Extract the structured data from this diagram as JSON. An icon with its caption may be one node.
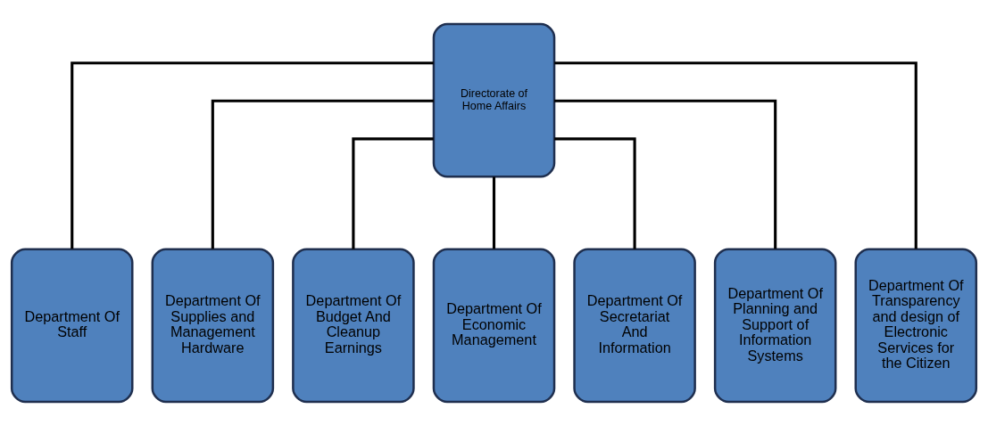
{
  "diagram": {
    "nodes": [
      {
        "text": [
          "Directorate of Home Affairs"
        ]
      },
      {
        "text": [
          "Department Of Staff"
        ]
      },
      {
        "text": [
          "Department Of Supplies and Management Hardware"
        ]
      },
      {
        "text": [
          "Department Of Budget And Cleanup Earnings"
        ]
      },
      {
        "text": [
          "Department Of Economic Management"
        ]
      },
      {
        "text": [
          "Department Of Secretariat And Information"
        ]
      },
      {
        "text": [
          "Department Of Planning and Support of Information Systems"
        ]
      },
      {
        "text": [
          "Department Of Transparency and design of Electronic Services for the Citizen"
        ]
      }
    ],
    "edges": [
      {
        "from": 0,
        "to": 1,
        "arrow": "none"
      },
      {
        "from": 0,
        "to": 2,
        "arrow": "none"
      },
      {
        "from": 0,
        "to": 3,
        "arrow": "none"
      },
      {
        "from": 0,
        "to": 4,
        "arrow": "none"
      },
      {
        "from": 0,
        "to": 5,
        "arrow": "none"
      },
      {
        "from": 0,
        "to": 6,
        "arrow": "none"
      },
      {
        "from": 0,
        "to": 7,
        "arrow": "none"
      }
    ]
  }
}
